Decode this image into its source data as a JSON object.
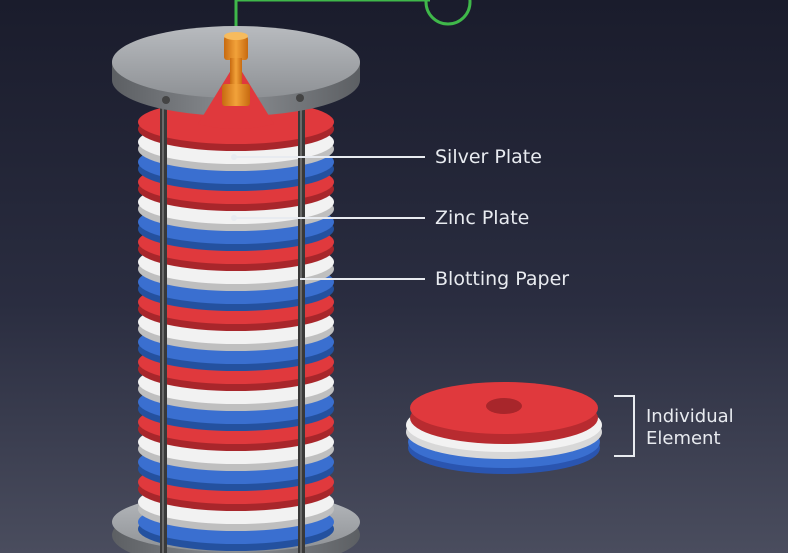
{
  "labels": {
    "silver_plate": "Silver Plate",
    "zinc_plate": "Zinc Plate",
    "blotting_paper": "Blotting Paper",
    "individual_element_line1": "Individual",
    "individual_element_line2": "Element"
  },
  "colors": {
    "silver_plate": "#e0393d",
    "zinc_plate": "#3a6fd0",
    "blotting_paper": "#f2f2f2",
    "cap": "#a9acb0",
    "rod": "#4a4a4a",
    "terminal": "#e58a1f",
    "wire": "#3fb84a",
    "leader_line": "#e8ebf0"
  }
}
